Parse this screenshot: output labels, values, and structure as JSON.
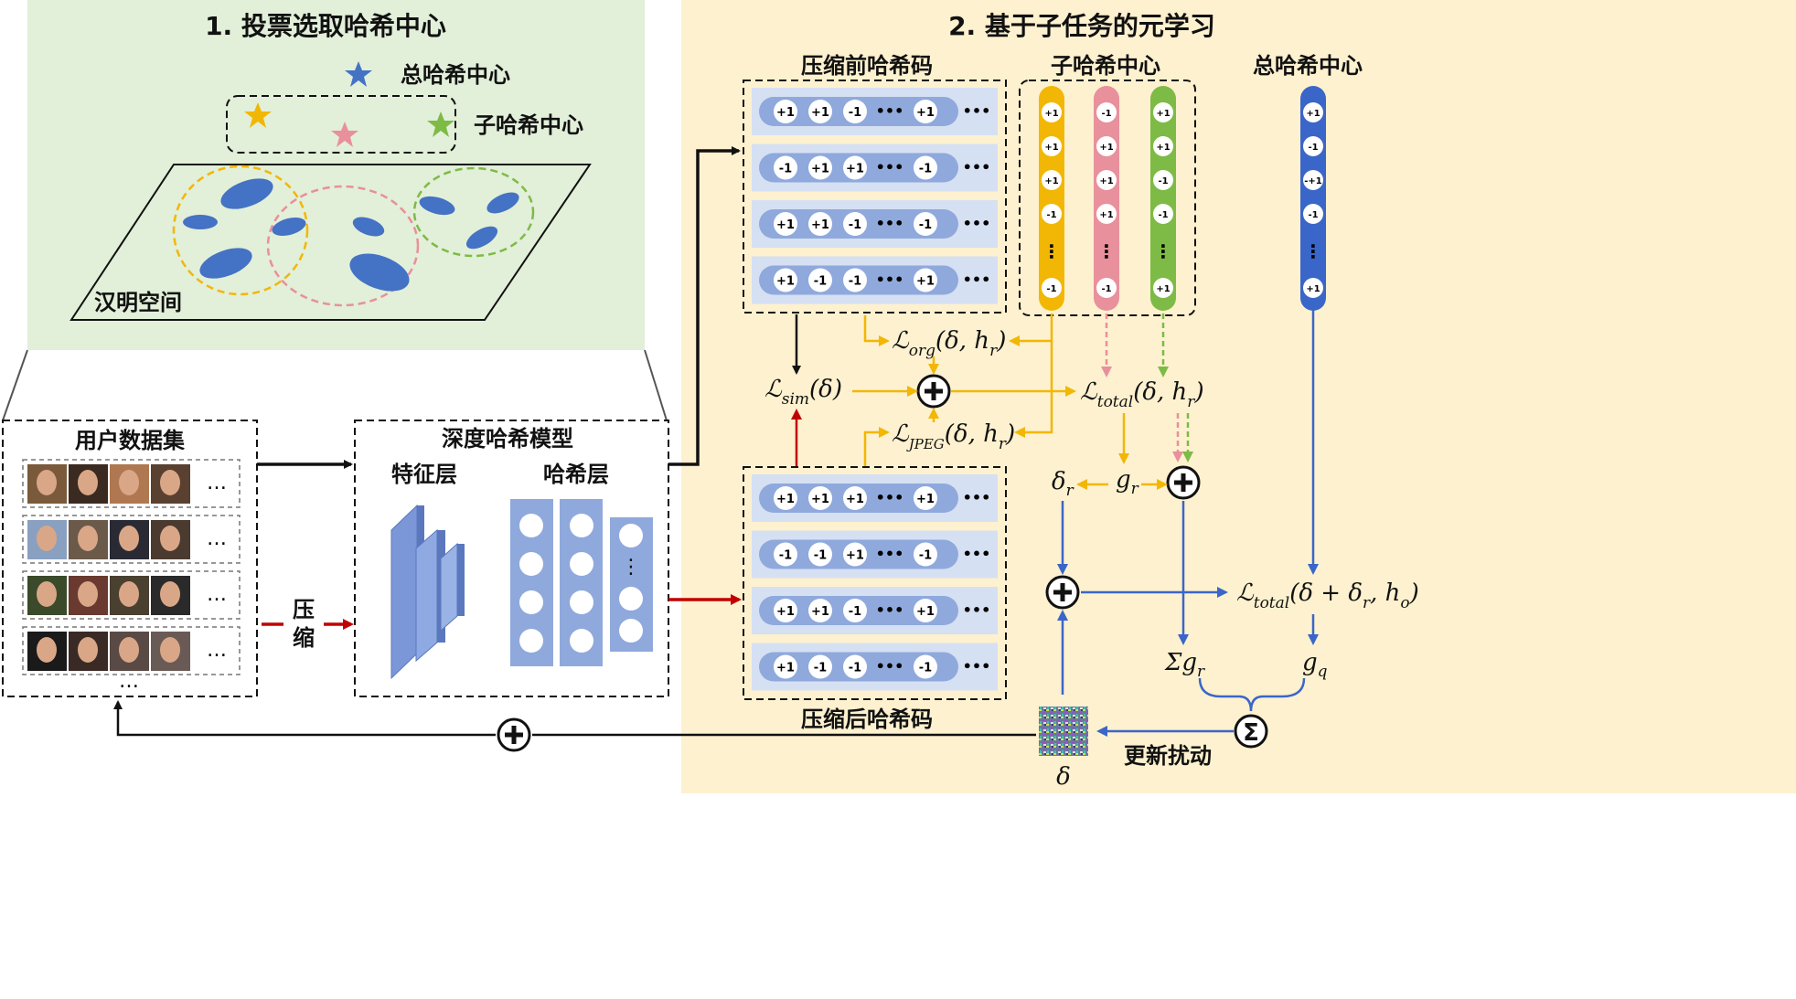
{
  "panel1": {
    "title": "1. 投票选取哈希中心",
    "legend_total": "总哈希中心",
    "legend_sub": "子哈希中心",
    "space_label": "汉明空间"
  },
  "panel2": {
    "title": "2. 基于子任务的元学习",
    "pre_codes_title": "压缩前哈希码",
    "post_codes_title": "压缩后哈希码",
    "sub_centers_title": "子哈希中心",
    "total_center_title": "总哈希中心",
    "pre_codes": [
      [
        "+1",
        "+1",
        "-1",
        "+1"
      ],
      [
        "-1",
        "+1",
        "+1",
        "-1"
      ],
      [
        "+1",
        "+1",
        "-1",
        "-1"
      ],
      [
        "+1",
        "-1",
        "-1",
        "+1"
      ]
    ],
    "post_codes": [
      [
        "+1",
        "+1",
        "+1",
        "+1"
      ],
      [
        "-1",
        "-1",
        "+1",
        "-1"
      ],
      [
        "+1",
        "+1",
        "-1",
        "+1"
      ],
      [
        "+1",
        "-1",
        "-1",
        "-1"
      ]
    ],
    "sub_centers": [
      {
        "color": "#f2b705",
        "values": [
          "+1",
          "+1",
          "+1",
          "-1",
          "-1"
        ]
      },
      {
        "color": "#e8909c",
        "values": [
          "-1",
          "+1",
          "+1",
          "+1",
          "-1"
        ]
      },
      {
        "color": "#7dbb46",
        "values": [
          "+1",
          "+1",
          "-1",
          "-1",
          "+1"
        ]
      }
    ],
    "total_center": {
      "color": "#3a66c9",
      "values": [
        "+1",
        "-1",
        "-+1",
        "-1",
        "+1"
      ]
    },
    "ellipsis": "•••",
    "loss_org": "ℒ",
    "loss_org_sub": "org",
    "loss_org_args": "(δ, h",
    "loss_org_args_sub": "r",
    "loss_org_close": ")",
    "loss_jpeg": "ℒ",
    "loss_jpeg_sub": "JPEG",
    "loss_jpeg_args": "(δ, h",
    "loss_jpeg_args_sub": "r",
    "loss_jpeg_close": ")",
    "loss_sim": "ℒ",
    "loss_sim_sub": "sim",
    "loss_sim_args": "(δ)",
    "loss_total": "ℒ",
    "loss_total_sub": "total",
    "loss_total_args": "(δ, h",
    "loss_total_args_sub": "r",
    "loss_total_close": ")",
    "loss_total2": "ℒ",
    "loss_total2_sub": "total",
    "loss_total2_args": "(δ + δ",
    "loss_total2_args_sub1": "r",
    "loss_total2_mid": ", h",
    "loss_total2_args_sub2": "o",
    "loss_total2_close": ")",
    "delta_r": "δ",
    "delta_r_sub": "r",
    "g_r": "g",
    "g_r_sub": "r",
    "sum_g_r": "Σg",
    "sum_g_r_sub": "r",
    "g_q": "g",
    "g_q_sub": "q",
    "sigma": "Σ",
    "update_label": "更新扰动",
    "delta": "δ"
  },
  "left": {
    "dataset_title": "用户数据集",
    "model_title": "深度哈希模型",
    "feature_label": "特征层",
    "hash_label": "哈希层",
    "compress_label_1": "压",
    "compress_label_2": "缩",
    "row_ellipsis": "…",
    "bottom_ellipsis": "…",
    "hash_ellipsis": "⋮"
  },
  "colors": {
    "green_bg": "#e2efd9",
    "yellow_bg": "#fdf1cf",
    "code_blue": "#8fa9dc",
    "code_row_bg": "#d6e0f3",
    "arrow_yellow": "#f2b705",
    "arrow_blue": "#3a66c9",
    "arrow_red": "#c00000",
    "arrow_pink": "#e8909c",
    "arrow_green": "#7dbb46",
    "ellipse_blue": "#4472c4"
  }
}
